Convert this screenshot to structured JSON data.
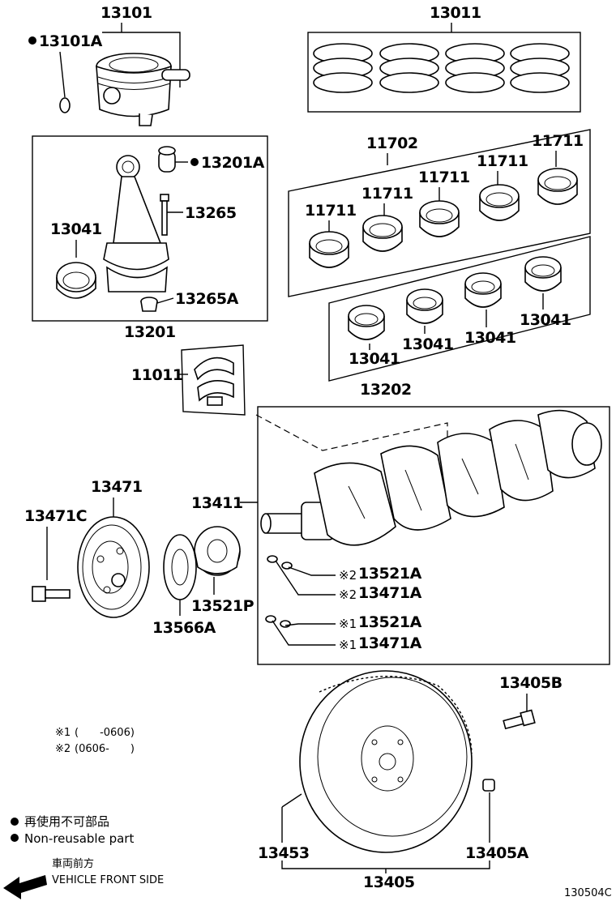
{
  "labels": {
    "p13101": "13101",
    "p13101A": "13101A",
    "p13011": "13011",
    "p11702": "11702",
    "p11711a": "11711",
    "p11711b": "11711",
    "p11711c": "11711",
    "p11711d": "11711",
    "p11711e": "11711",
    "p13201A": "13201A",
    "p13265": "13265",
    "p13041_rod": "13041",
    "p13265A": "13265A",
    "p13201": "13201",
    "p13041a": "13041",
    "p13041b": "13041",
    "p13041c": "13041",
    "p13041d": "13041",
    "p13202": "13202",
    "p11011": "11011",
    "p13471": "13471",
    "p13411": "13411",
    "p13471C": "13471C",
    "p13521A_2": "13521A",
    "p13471A_2": "13471A",
    "p13521A_1": "13521A",
    "p13471A_1": "13471A",
    "p13521P": "13521P",
    "p13566A": "13566A",
    "p13405B": "13405B",
    "p13453": "13453",
    "p13405A": "13405A",
    "p13405": "13405"
  },
  "marks": {
    "m2a": "※2",
    "m2b": "※2",
    "m1a": "※1",
    "m1b": "※1"
  },
  "notes": {
    "note1_mark": "※1",
    "note1_text": "(　　-0606)",
    "note2_mark": "※2",
    "note2_text": "(0606-　　)"
  },
  "legend": {
    "jp": "再使用不可部品",
    "en": "Non-reusable part"
  },
  "front": {
    "jp": "車両前方",
    "en": "VEHICLE FRONT SIDE"
  },
  "figure_id": "130504C"
}
